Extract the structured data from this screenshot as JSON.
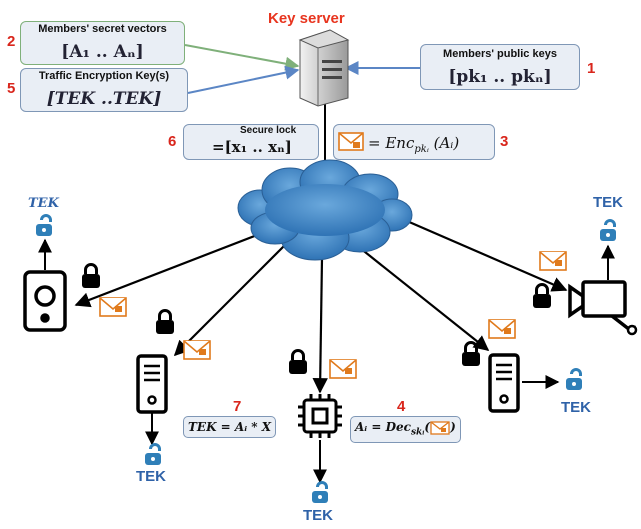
{
  "title": "Key server",
  "boxes": {
    "secret": {
      "number": "2",
      "header": "Members' secret vectors",
      "math": "[A₁  ..  Aₙ]"
    },
    "tek": {
      "number": "5",
      "header": "Traffic Encryption Key(s)",
      "math": "[TEK  ..TEK]"
    },
    "public": {
      "number": "1",
      "header": "Members' public keys",
      "math": "[pk₁  ..  pkₙ]"
    },
    "lock": {
      "number": "6",
      "header": "Secure lock",
      "math": "=[x₁  ..  xₙ]"
    },
    "enc": {
      "number": "3",
      "math": "= Enc",
      "sub": "pkᵢ",
      "arg": "(Aᵢ)"
    }
  },
  "equations": {
    "tek_eq": {
      "number": "7",
      "text": "TEK = Aᵢ * X"
    },
    "dec_eq": {
      "number": "4",
      "prefix": "Aᵢ = Dec",
      "sub": "skᵢ",
      "open": "(",
      "close": ")"
    }
  },
  "tek_labels": {
    "speaker": "TEK",
    "camera": "TEK",
    "server_left": "TEK",
    "chip": "TEK",
    "server_right": "TEK"
  },
  "colors": {
    "number": "#d9261c",
    "title": "#e8351f",
    "tek_text": "#2f62a8",
    "unlocked": "#2f7fb8",
    "envelope": "#e07a1c",
    "cloud": "#3b82c4",
    "arrow_green": "#7fb07a",
    "arrow_blue": "#5b86c5"
  },
  "icons": [
    "server-icon",
    "cloud-icon",
    "lock-icon",
    "unlock-icon",
    "envelope-icon",
    "speaker-icon",
    "camera-icon",
    "chip-icon"
  ]
}
